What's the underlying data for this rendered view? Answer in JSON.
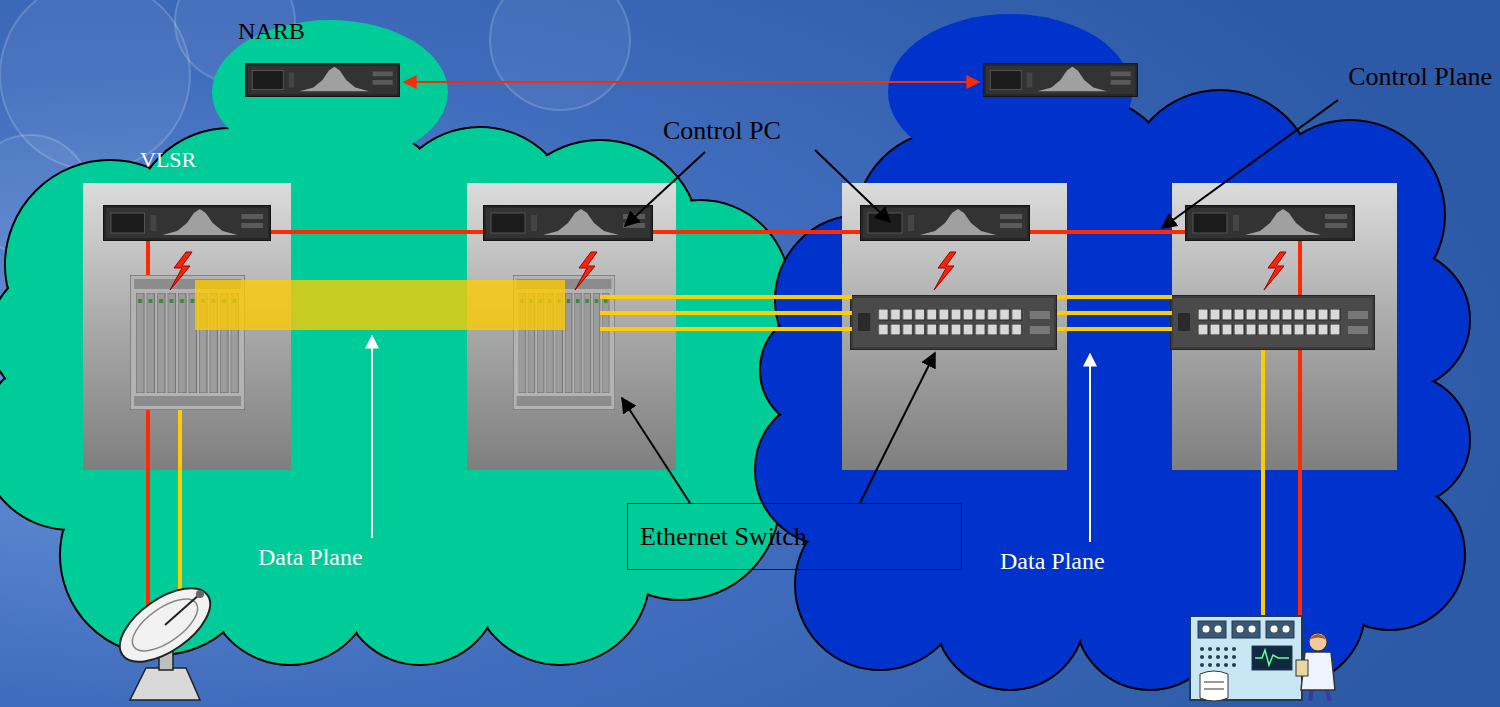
{
  "diagram": {
    "nodes": [
      {
        "text": [
          "VLSR"
        ]
      },
      {
        "text": [
          "Ethernet Switch"
        ]
      }
    ],
    "labels": [
      "NARB",
      "Control Plane",
      "Control PC",
      "Data Plane",
      "Data Plane"
    ]
  }
}
